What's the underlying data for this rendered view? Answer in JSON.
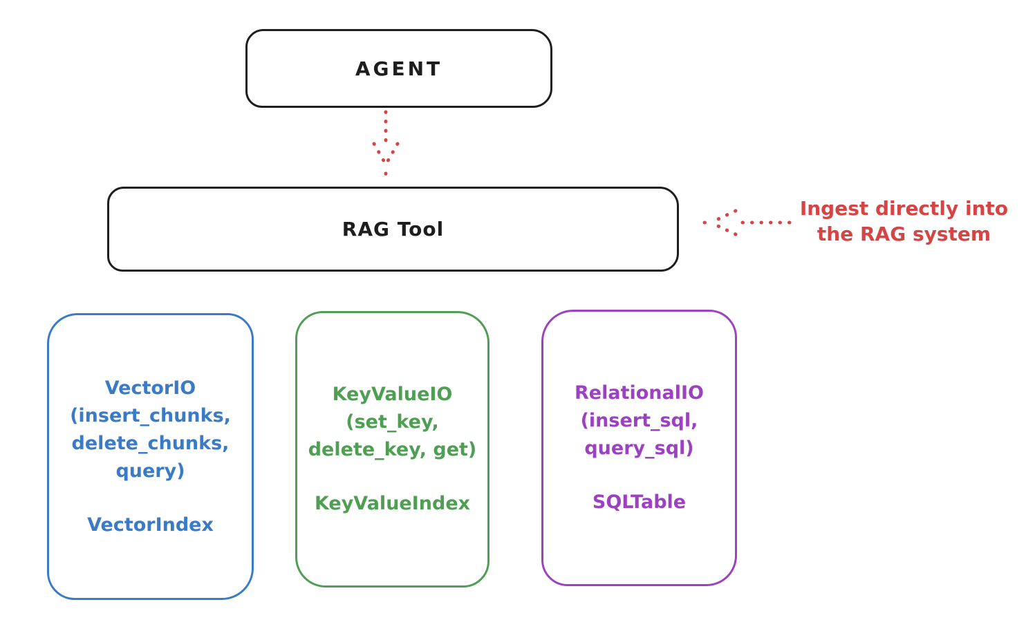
{
  "diagram": {
    "agent": {
      "label": "AGENT"
    },
    "rag_tool": {
      "label": "RAG Tool"
    },
    "annotation": {
      "text": "Ingest directly into\nthe RAG system"
    },
    "storage_boxes": [
      {
        "name": "vector-io",
        "io_label": "VectorIO\n(insert_chunks,\ndelete_chunks,\nquery)",
        "index_label": "VectorIndex",
        "color": "#3a7bc8"
      },
      {
        "name": "keyvalue-io",
        "io_label": "KeyValueIO\n(set_key,\ndelete_key, get)",
        "index_label": "KeyValueIndex",
        "color": "#4f9e54"
      },
      {
        "name": "relational-io",
        "io_label": "RelationalIO\n(insert_sql,\nquery_sql)",
        "index_label": "SQLTable",
        "color": "#9c42c0"
      }
    ],
    "colors": {
      "ink": "#1e1e1e",
      "red": "#d64545",
      "blue": "#3a7bc8",
      "green": "#4f9e54",
      "purple": "#9c42c0",
      "background": "#ffffff"
    }
  }
}
